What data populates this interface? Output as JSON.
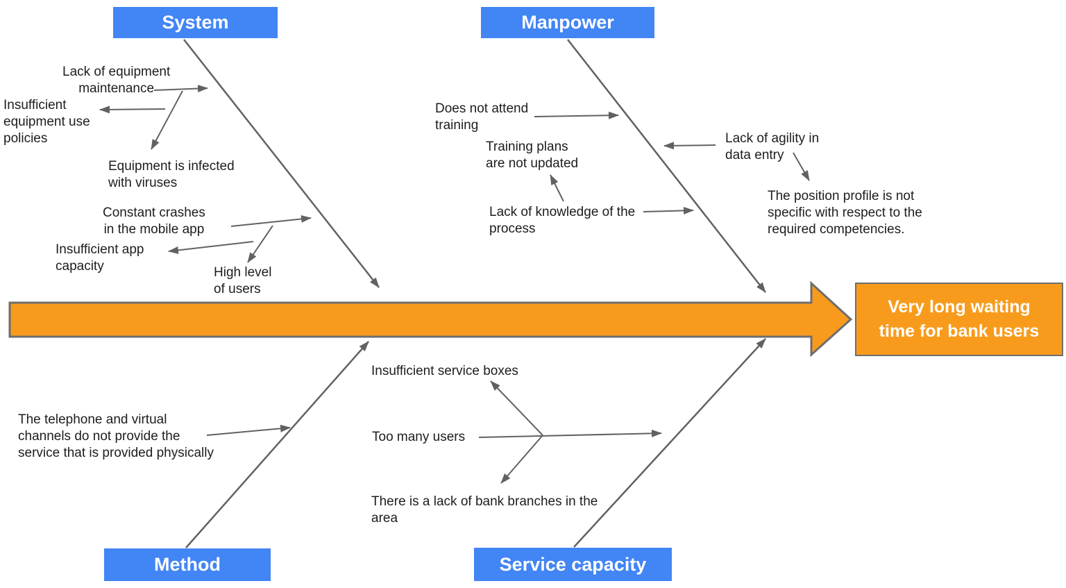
{
  "diagram_type": "fishbone-cause-effect",
  "effect": {
    "label": "Very long waiting\ntime for bank users"
  },
  "categories": {
    "system": {
      "label": "System"
    },
    "manpower": {
      "label": "Manpower"
    },
    "method": {
      "label": "Method"
    },
    "service_capacity": {
      "label": "Service capacity"
    }
  },
  "causes": {
    "system": {
      "lack_equipment_maintenance": "Lack of equipment\nmaintenance",
      "insufficient_equipment_policies": "Insufficient\nequipment use\npolicies",
      "equipment_infected": "Equipment is infected\nwith viruses",
      "constant_crashes": "Constant crashes\nin the mobile app",
      "insufficient_app_capacity": "Insufficient app\ncapacity",
      "high_level_users": "High level\nof users"
    },
    "manpower": {
      "does_not_attend_training": "Does not attend\ntraining",
      "training_plans_not_updated": "Training plans\nare not updated",
      "lack_of_knowledge": "Lack of knowledge of the\nprocess",
      "lack_of_agility": "Lack of agility in\ndata entry",
      "position_profile": "The position profile is not\nspecific with respect to the\nrequired competencies."
    },
    "method": {
      "telephone_virtual_channels": "The telephone and virtual\nchannels do not provide the\nservice that is provided physically"
    },
    "service_capacity": {
      "insufficient_service_boxes": "Insufficient service boxes",
      "too_many_users": "Too many users",
      "lack_of_branches": "There is a lack of bank branches in the\narea"
    }
  },
  "colors": {
    "category_fill": "#4285F4",
    "effect_fill": "#F89B1C",
    "line": "#616161",
    "text": "#1d1d1d",
    "box_text": "#ffffff",
    "shape_border": "#6e6e6e"
  }
}
